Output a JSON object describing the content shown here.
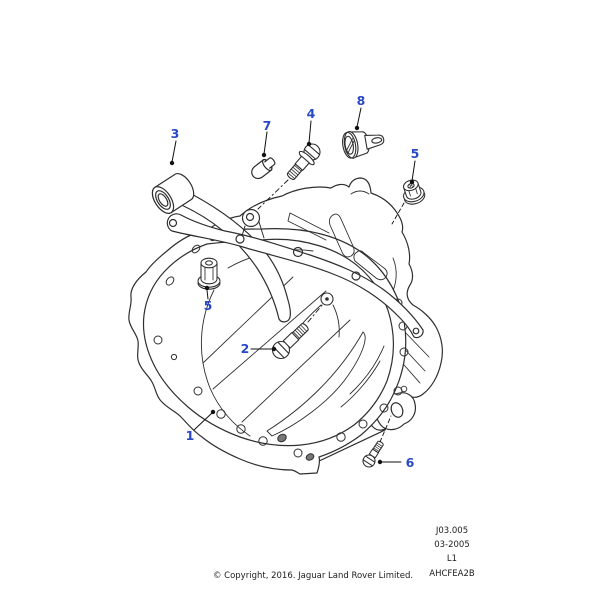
{
  "diagram": {
    "callout_color": "#2948c8",
    "line_color": "#2f2f2f",
    "callouts": [
      {
        "id": "callout-1",
        "number": "1"
      },
      {
        "id": "callout-2",
        "number": "2"
      },
      {
        "id": "callout-3",
        "number": "3"
      },
      {
        "id": "callout-4",
        "number": "4"
      },
      {
        "id": "callout-5-upper",
        "number": "5"
      },
      {
        "id": "callout-5-lower",
        "number": "5"
      },
      {
        "id": "callout-6",
        "number": "6"
      },
      {
        "id": "callout-7",
        "number": "7"
      },
      {
        "id": "callout-8",
        "number": "8"
      }
    ]
  },
  "footer": {
    "reference_lines": [
      "J03.005",
      "03-2005",
      "L1",
      "AHCFEA2B"
    ],
    "copyright": "© Copyright, 2016. Jaguar Land Rover Limited."
  }
}
